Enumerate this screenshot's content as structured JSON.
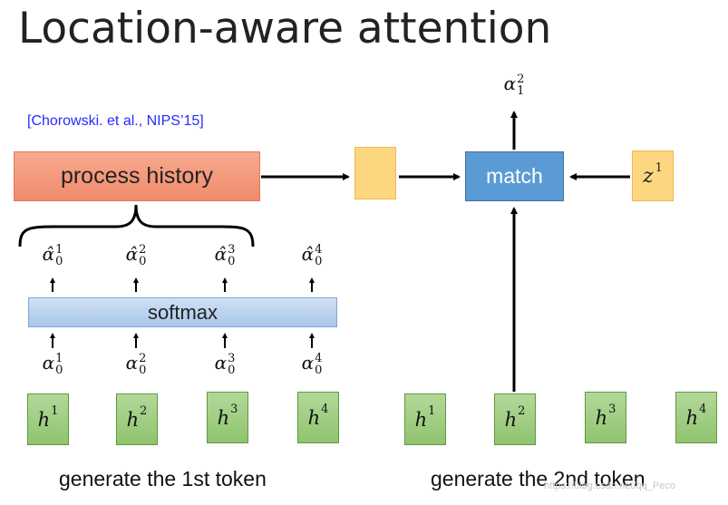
{
  "slide": {
    "title": "Location-aware attention",
    "citation": "[Chorowski. et al., NIPS’15]"
  },
  "blocks": {
    "process_history": "process history",
    "match": "match",
    "softmax": "softmax",
    "z_symbol": "z",
    "z_superscript": "1"
  },
  "output_alpha": {
    "symbol": "α",
    "sup": "2",
    "sub": "1"
  },
  "hat_alphas": [
    {
      "symbol": "α̂",
      "sup": "1",
      "sub": "0"
    },
    {
      "symbol": "α̂",
      "sup": "2",
      "sub": "0"
    },
    {
      "symbol": "α̂",
      "sup": "3",
      "sub": "0"
    },
    {
      "symbol": "α̂",
      "sup": "4",
      "sub": "0"
    }
  ],
  "alphas": [
    {
      "symbol": "α",
      "sup": "1",
      "sub": "0"
    },
    {
      "symbol": "α",
      "sup": "2",
      "sub": "0"
    },
    {
      "symbol": "α",
      "sup": "3",
      "sub": "0"
    },
    {
      "symbol": "α",
      "sup": "4",
      "sub": "0"
    }
  ],
  "h_left": [
    {
      "symbol": "h",
      "sup": "1"
    },
    {
      "symbol": "h",
      "sup": "2"
    },
    {
      "symbol": "h",
      "sup": "3"
    },
    {
      "symbol": "h",
      "sup": "4"
    }
  ],
  "h_right": [
    {
      "symbol": "h",
      "sup": "1"
    },
    {
      "symbol": "h",
      "sup": "2"
    },
    {
      "symbol": "h",
      "sup": "3"
    },
    {
      "symbol": "h",
      "sup": "4"
    }
  ],
  "captions": {
    "first": "generate the 1st token",
    "second": "generate the 2nd token"
  },
  "watermark": "https://blog.csdn.net/qq_Peco"
}
